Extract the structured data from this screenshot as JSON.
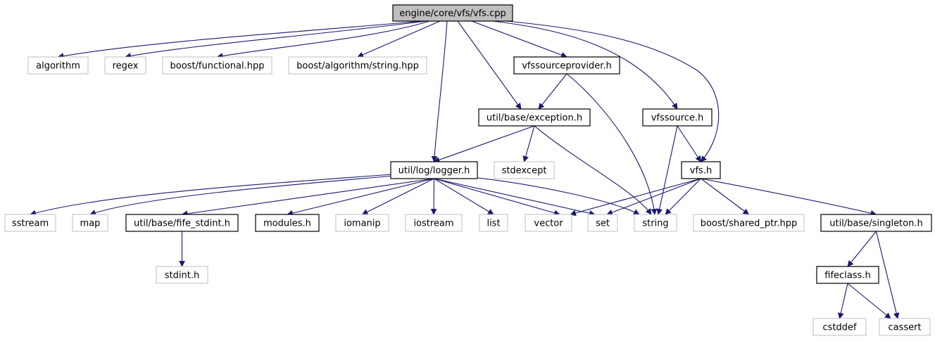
{
  "colors": {
    "edge": "#191970",
    "root_fill": "#bfbfbf",
    "system_border": "#bfbfbf",
    "local_border": "#000000"
  },
  "nodes": [
    {
      "id": "root",
      "label": "engine/core/vfs/vfs.cpp",
      "kind": "root"
    },
    {
      "id": "algorithm",
      "label": "algorithm",
      "kind": "system"
    },
    {
      "id": "regex",
      "label": "regex",
      "kind": "system"
    },
    {
      "id": "boost_functional",
      "label": "boost/functional.hpp",
      "kind": "system"
    },
    {
      "id": "boost_algo_string",
      "label": "boost/algorithm/string.hpp",
      "kind": "system"
    },
    {
      "id": "vfssourceprovider",
      "label": "vfssourceprovider.h",
      "kind": "local"
    },
    {
      "id": "exception",
      "label": "util/base/exception.h",
      "kind": "local"
    },
    {
      "id": "vfssource",
      "label": "vfssource.h",
      "kind": "local"
    },
    {
      "id": "logger",
      "label": "util/log/logger.h",
      "kind": "local"
    },
    {
      "id": "stdexcept",
      "label": "stdexcept",
      "kind": "system"
    },
    {
      "id": "vfs_h",
      "label": "vfs.h",
      "kind": "local"
    },
    {
      "id": "sstream",
      "label": "sstream",
      "kind": "system"
    },
    {
      "id": "map",
      "label": "map",
      "kind": "system"
    },
    {
      "id": "fife_stdint",
      "label": "util/base/fife_stdint.h",
      "kind": "local"
    },
    {
      "id": "modules",
      "label": "modules.h",
      "kind": "local"
    },
    {
      "id": "iomanip",
      "label": "iomanip",
      "kind": "system"
    },
    {
      "id": "iostream",
      "label": "iostream",
      "kind": "system"
    },
    {
      "id": "list",
      "label": "list",
      "kind": "system"
    },
    {
      "id": "vector",
      "label": "vector",
      "kind": "system"
    },
    {
      "id": "set",
      "label": "set",
      "kind": "system"
    },
    {
      "id": "string",
      "label": "string",
      "kind": "system"
    },
    {
      "id": "shared_ptr",
      "label": "boost/shared_ptr.hpp",
      "kind": "system"
    },
    {
      "id": "singleton",
      "label": "util/base/singleton.h",
      "kind": "local"
    },
    {
      "id": "stdint",
      "label": "stdint.h",
      "kind": "system"
    },
    {
      "id": "fifeclass",
      "label": "fifeclass.h",
      "kind": "local"
    },
    {
      "id": "cstddef",
      "label": "cstddef",
      "kind": "system"
    },
    {
      "id": "cassert",
      "label": "cassert",
      "kind": "system"
    }
  ],
  "edges": [
    [
      "root",
      "algorithm"
    ],
    [
      "root",
      "regex"
    ],
    [
      "root",
      "boost_functional"
    ],
    [
      "root",
      "boost_algo_string"
    ],
    [
      "root",
      "vfssourceprovider"
    ],
    [
      "root",
      "exception"
    ],
    [
      "root",
      "vfssource"
    ],
    [
      "root",
      "logger"
    ],
    [
      "root",
      "vfs_h"
    ],
    [
      "vfssourceprovider",
      "exception"
    ],
    [
      "vfssourceprovider",
      "string"
    ],
    [
      "exception",
      "logger"
    ],
    [
      "exception",
      "stdexcept"
    ],
    [
      "exception",
      "string"
    ],
    [
      "vfssource",
      "vfs_h"
    ],
    [
      "vfssource",
      "string"
    ],
    [
      "logger",
      "sstream"
    ],
    [
      "logger",
      "map"
    ],
    [
      "logger",
      "fife_stdint"
    ],
    [
      "logger",
      "modules"
    ],
    [
      "logger",
      "iomanip"
    ],
    [
      "logger",
      "iostream"
    ],
    [
      "logger",
      "list"
    ],
    [
      "logger",
      "vector"
    ],
    [
      "logger",
      "set"
    ],
    [
      "logger",
      "string"
    ],
    [
      "vfs_h",
      "vector"
    ],
    [
      "vfs_h",
      "set"
    ],
    [
      "vfs_h",
      "string"
    ],
    [
      "vfs_h",
      "shared_ptr"
    ],
    [
      "vfs_h",
      "singleton"
    ],
    [
      "fife_stdint",
      "stdint"
    ],
    [
      "singleton",
      "fifeclass"
    ],
    [
      "singleton",
      "cassert"
    ],
    [
      "fifeclass",
      "cstddef"
    ],
    [
      "fifeclass",
      "cassert"
    ]
  ]
}
